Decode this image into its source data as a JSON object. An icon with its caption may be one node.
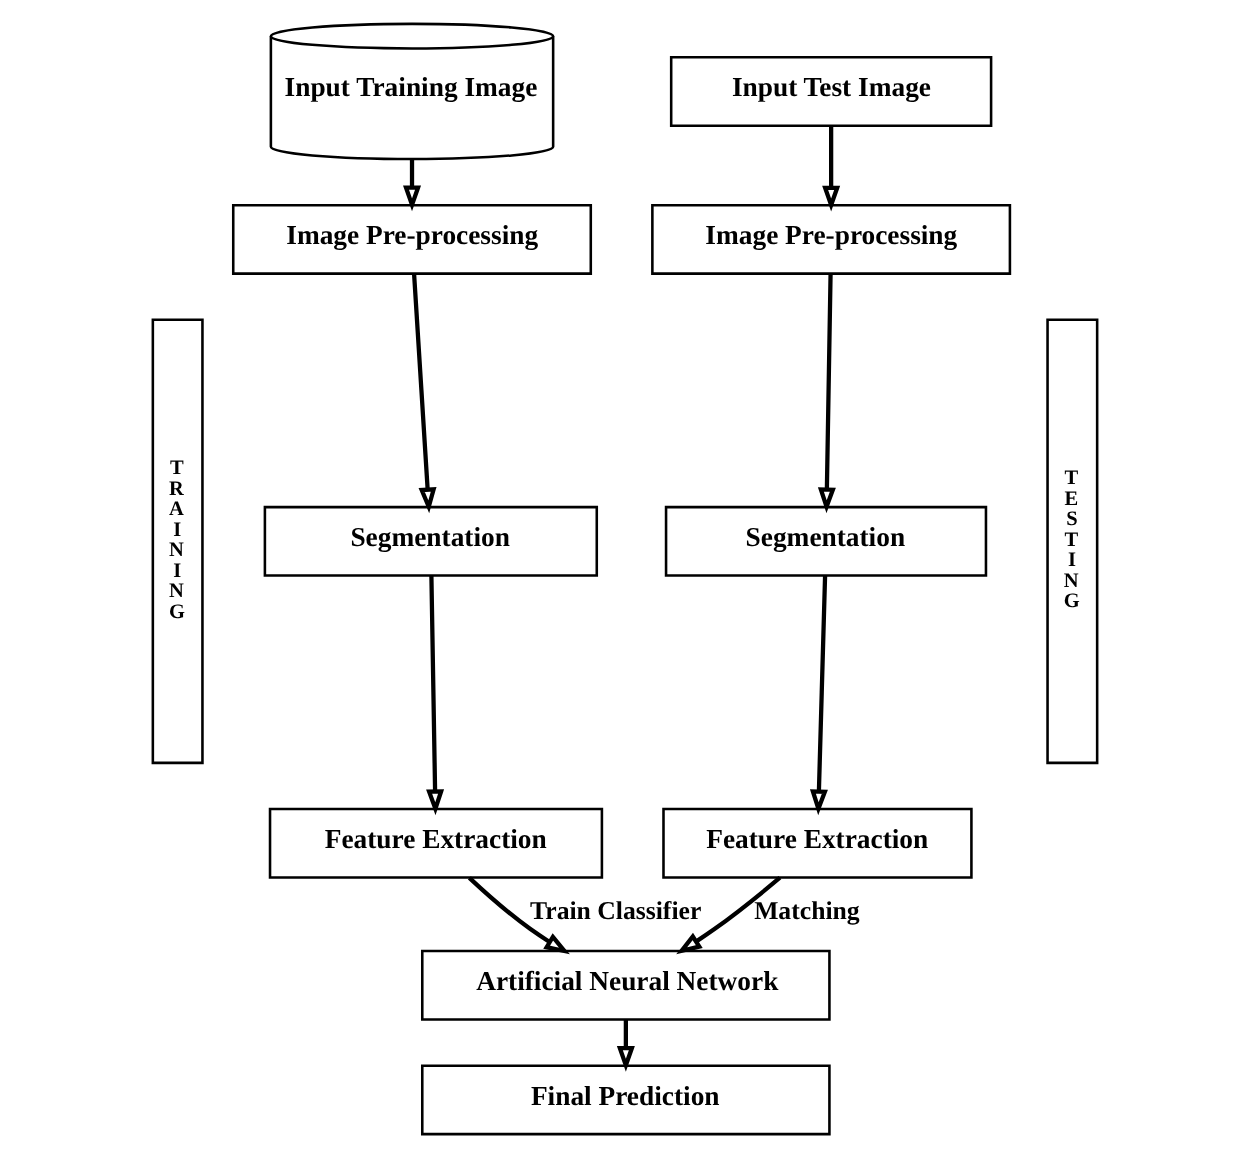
{
  "diagram": {
    "nodes": [
      {
        "text": [
          "Input Training Image"
        ]
      },
      {
        "text": [
          "Image Pre-processing"
        ]
      },
      {
        "text": [
          "Segmentation"
        ]
      },
      {
        "text": [
          "Feature Extraction"
        ]
      },
      {
        "text": [
          "Input Test Image"
        ]
      },
      {
        "text": [
          "Image Pre-processing"
        ]
      },
      {
        "text": [
          "Segmentation"
        ]
      },
      {
        "text": [
          "Feature Extraction"
        ]
      },
      {
        "text": [
          "Artificial Neural Network"
        ]
      },
      {
        "text": [
          "Final Prediction"
        ]
      },
      {
        "text": [
          "TRAINING"
        ]
      },
      {
        "text": [
          "TESTING"
        ]
      }
    ],
    "edges": [
      {
        "from": 0,
        "to": 1,
        "arrow": "to"
      },
      {
        "from": 1,
        "to": 2,
        "arrow": "to"
      },
      {
        "from": 2,
        "to": 3,
        "arrow": "to"
      },
      {
        "from": 3,
        "to": 8,
        "arrow": "to",
        "label": "Train Classifier"
      },
      {
        "from": 4,
        "to": 5,
        "arrow": "to"
      },
      {
        "from": 5,
        "to": 6,
        "arrow": "to"
      },
      {
        "from": 6,
        "to": 7,
        "arrow": "to"
      },
      {
        "from": 7,
        "to": 8,
        "arrow": "to",
        "label": "Matching"
      },
      {
        "from": 8,
        "to": 9,
        "arrow": "to"
      }
    ]
  }
}
